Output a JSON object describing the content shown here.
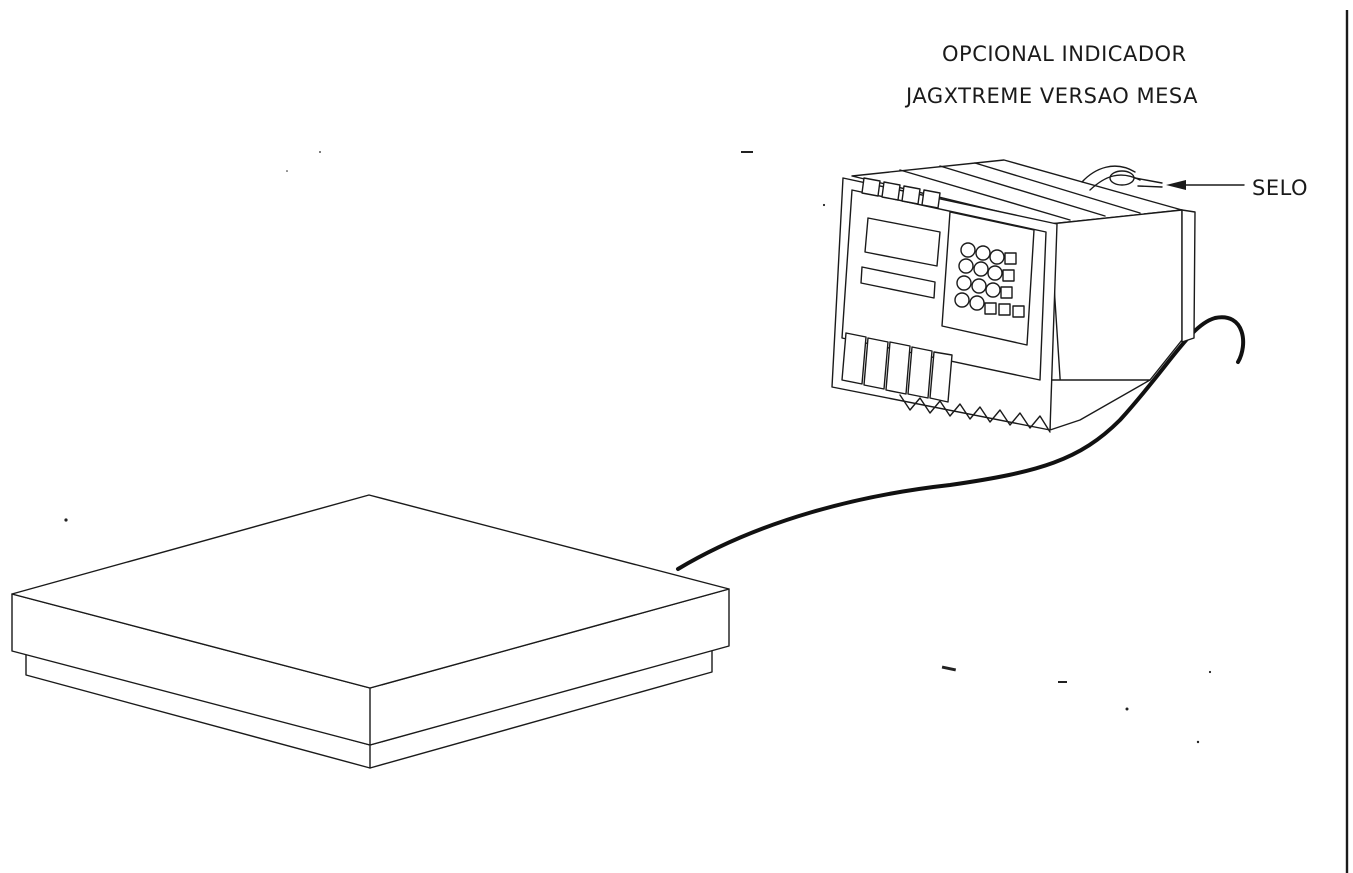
{
  "labels": {
    "indicator_line1": "OPCIONAL INDICADOR",
    "indicator_line2": "JAGXTREME VERSAO MESA",
    "seal": "SELO"
  },
  "icons": {
    "platform": "scale-platform-icon",
    "indicator": "weighing-indicator-icon",
    "cable": "cable-icon",
    "seal": "seal-icon"
  },
  "colors": {
    "ink": "#1a1a1a",
    "paper": "#ffffff"
  }
}
